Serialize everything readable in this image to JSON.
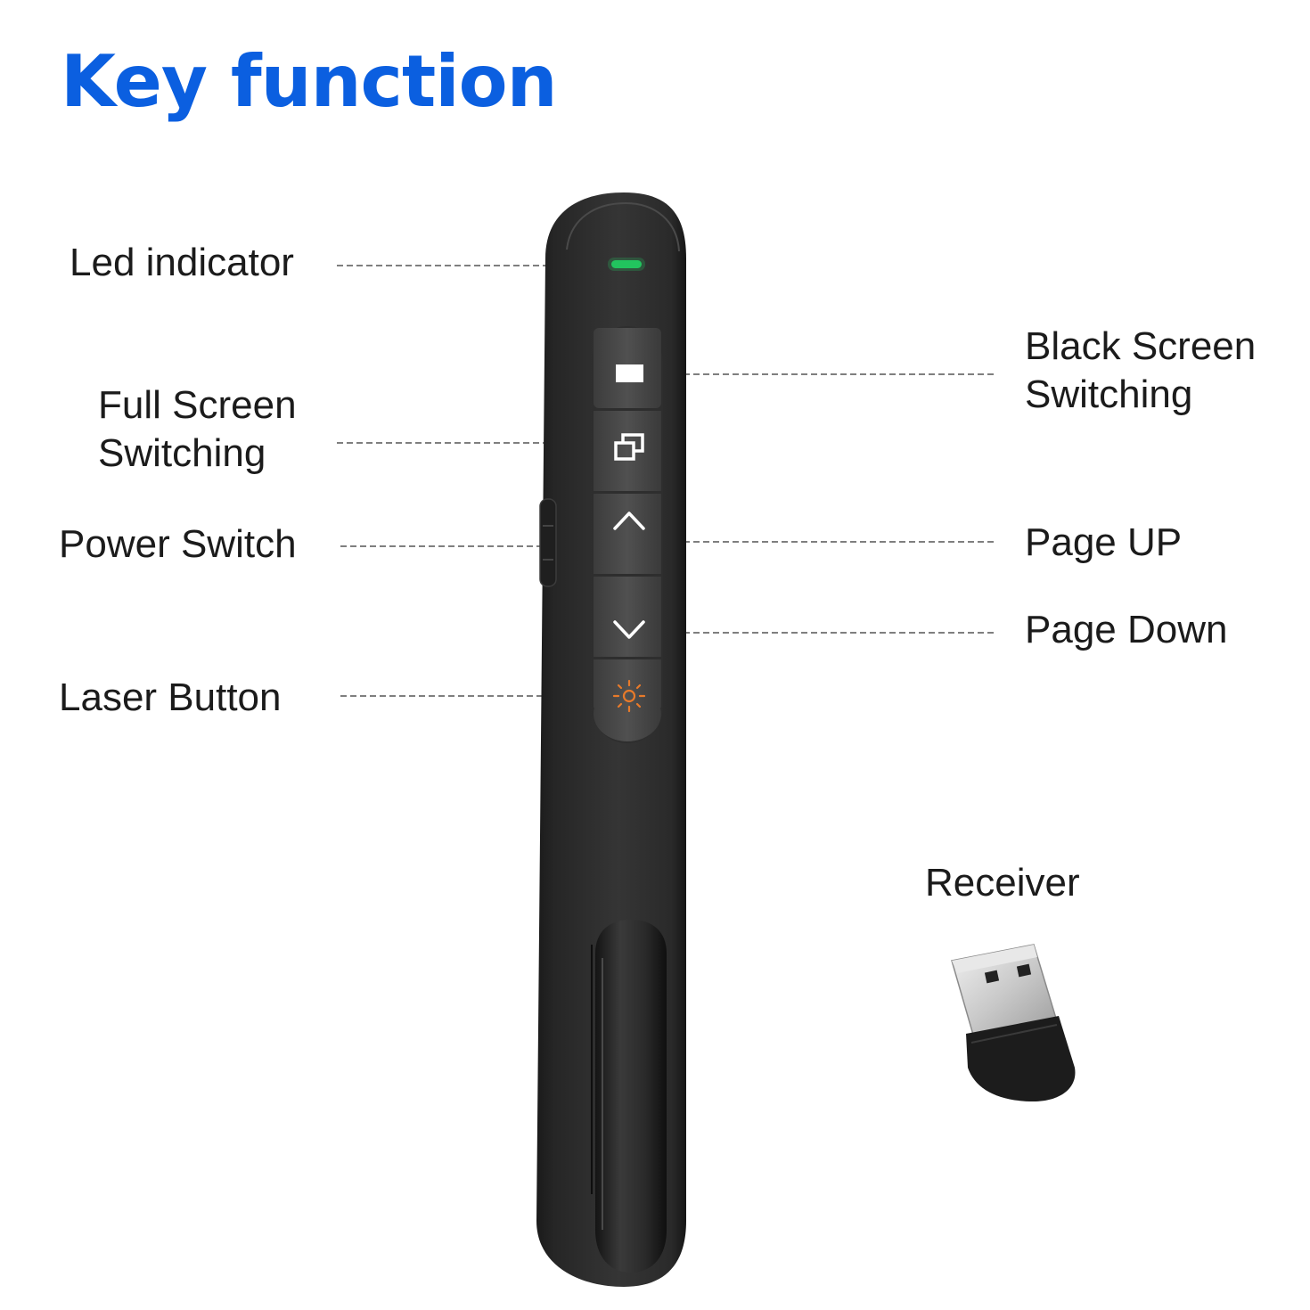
{
  "title": "Key function",
  "labels": {
    "led_indicator": "Led indicator",
    "full_screen": [
      "Full Screen",
      "Switching"
    ],
    "power_switch": "Power Switch",
    "laser_button": "Laser Button",
    "black_screen": [
      "Black Screen",
      "Switching"
    ],
    "page_up": "Page UP",
    "page_down": "Page Down",
    "receiver": "Receiver"
  },
  "colors": {
    "title": "#0b5fe0",
    "led": "#22c55e",
    "laser_icon": "#e87a2a",
    "device_body": "#2b2b2b",
    "button_face": "#4a4a4a"
  },
  "icons": {
    "black_screen_button": "filled-rectangle-icon",
    "full_screen_button": "overlapping-windows-icon",
    "page_up_button": "chevron-up-icon",
    "page_down_button": "chevron-down-icon",
    "laser_button": "laser-sun-icon"
  }
}
